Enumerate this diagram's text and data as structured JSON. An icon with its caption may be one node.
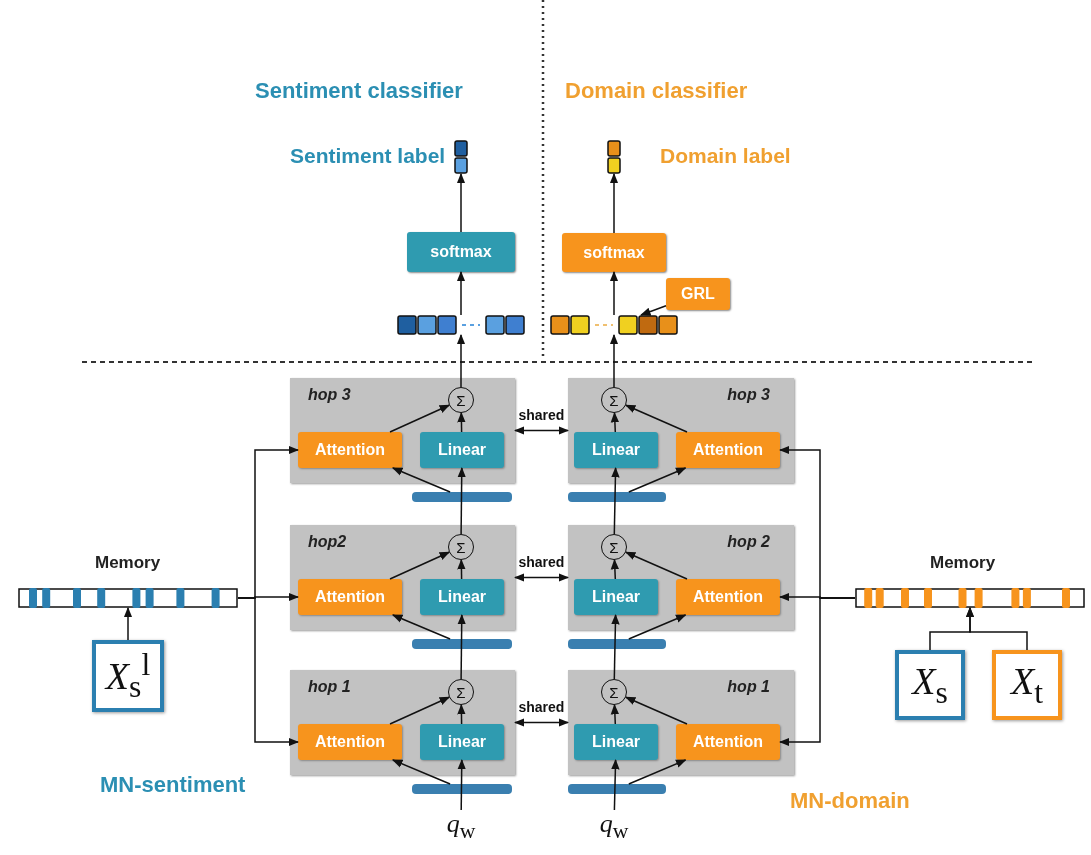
{
  "diagram": {
    "nodes": [
      {
        "text": [],
        "shape": "bar",
        "beside": [
          "Sentiment label"
        ]
      },
      {
        "text": [
          "softmax"
        ]
      },
      {
        "text": [],
        "shape": "bar"
      },
      {
        "text": [],
        "shape": "bar",
        "beside": [
          "Domain label"
        ]
      },
      {
        "text": [
          "softmax"
        ]
      },
      {
        "text": [
          "GRL"
        ]
      },
      {
        "text": [],
        "shape": "bar"
      },
      {
        "text": [
          "hop 3"
        ]
      },
      {
        "text": [
          "Σ"
        ],
        "in": 7
      },
      {
        "text": [
          "Attention"
        ],
        "in": 7
      },
      {
        "text": [
          "Linear"
        ],
        "in": 7
      },
      {
        "text": [],
        "shape": "bar"
      },
      {
        "text": [
          "hop2"
        ]
      },
      {
        "text": [
          "Σ"
        ],
        "in": 12
      },
      {
        "text": [
          "Attention"
        ],
        "in": 12
      },
      {
        "text": [
          "Linear"
        ],
        "in": 12
      },
      {
        "text": [],
        "shape": "bar"
      },
      {
        "text": [
          "hop 1"
        ]
      },
      {
        "text": [
          "Σ"
        ],
        "in": 17
      },
      {
        "text": [
          "Attention"
        ],
        "in": 17
      },
      {
        "text": [
          "Linear"
        ],
        "in": 17
      },
      {
        "text": [],
        "shape": "bar"
      },
      {
        "text": [
          "*q*$_{w}$"
        ]
      },
      {
        "text": [],
        "shape": "bar",
        "beside": [
          "Memory"
        ]
      },
      {
        "text": [
          "*X*$_{s}$$^{l}$"
        ]
      },
      {
        "text": [
          "hop 3"
        ]
      },
      {
        "text": [
          "Σ"
        ],
        "in": 25
      },
      {
        "text": [
          "Linear"
        ],
        "in": 25
      },
      {
        "text": [
          "Attention"
        ],
        "in": 25
      },
      {
        "text": [],
        "shape": "bar"
      },
      {
        "text": [
          "hop 2"
        ]
      },
      {
        "text": [
          "Σ"
        ],
        "in": 30
      },
      {
        "text": [
          "Linear"
        ],
        "in": 30
      },
      {
        "text": [
          "Attention"
        ],
        "in": 30
      },
      {
        "text": [],
        "shape": "bar"
      },
      {
        "text": [
          "hop 1"
        ]
      },
      {
        "text": [
          "Σ"
        ],
        "in": 35
      },
      {
        "text": [
          "Linear"
        ],
        "in": 35
      },
      {
        "text": [
          "Attention"
        ],
        "in": 35
      },
      {
        "text": [],
        "shape": "bar"
      },
      {
        "text": [
          "*q*$_{w}$"
        ]
      },
      {
        "text": [],
        "shape": "bar",
        "beside": [
          "Memory"
        ]
      },
      {
        "text": [
          "*X*$_{s}$"
        ]
      },
      {
        "text": [
          "*X*$_{t}$"
        ]
      }
    ],
    "edges": [
      {
        "from": 2,
        "to": 1,
        "arrow": "to"
      },
      {
        "from": 1,
        "to": 0,
        "arrow": "to"
      },
      {
        "from": 6,
        "to": 4,
        "arrow": "to"
      },
      {
        "from": 4,
        "to": 3,
        "arrow": "to"
      },
      {
        "from": 5,
        "to": 6,
        "arrow": "to"
      },
      {
        "from": 8,
        "to": 2,
        "arrow": "to"
      },
      {
        "from": 26,
        "to": 6,
        "arrow": "to"
      },
      {
        "from": 22,
        "to": 20,
        "arrow": "to"
      },
      {
        "from": 21,
        "to": 19,
        "arrow": "to"
      },
      {
        "from": 20,
        "to": 18,
        "arrow": "to"
      },
      {
        "from": 19,
        "to": 18,
        "arrow": "to"
      },
      {
        "from": 18,
        "to": 15,
        "arrow": "to"
      },
      {
        "from": 16,
        "to": 14,
        "arrow": "to"
      },
      {
        "from": 15,
        "to": 13,
        "arrow": "to"
      },
      {
        "from": 14,
        "to": 13,
        "arrow": "to"
      },
      {
        "from": 13,
        "to": 10,
        "arrow": "to"
      },
      {
        "from": 11,
        "to": 9,
        "arrow": "to"
      },
      {
        "from": 10,
        "to": 8,
        "arrow": "to"
      },
      {
        "from": 9,
        "to": 8,
        "arrow": "to"
      },
      {
        "from": 24,
        "to": 23,
        "arrow": "to"
      },
      {
        "from": 23,
        "to": 9,
        "arrow": "to"
      },
      {
        "from": 23,
        "to": 14,
        "arrow": "to"
      },
      {
        "from": 23,
        "to": 19,
        "arrow": "to"
      },
      {
        "from": 7,
        "to": 25,
        "arrow": "both",
        "label": "shared"
      },
      {
        "from": 12,
        "to": 30,
        "arrow": "both",
        "label": "shared"
      },
      {
        "from": 17,
        "to": 35,
        "arrow": "both",
        "label": "shared"
      },
      {
        "from": 40,
        "to": 37,
        "arrow": "to"
      },
      {
        "from": 39,
        "to": 38,
        "arrow": "to"
      },
      {
        "from": 37,
        "to": 36,
        "arrow": "to"
      },
      {
        "from": 38,
        "to": 36,
        "arrow": "to"
      },
      {
        "from": 36,
        "to": 32,
        "arrow": "to"
      },
      {
        "from": 34,
        "to": 33,
        "arrow": "to"
      },
      {
        "from": 32,
        "to": 31,
        "arrow": "to"
      },
      {
        "from": 33,
        "to": 31,
        "arrow": "to"
      },
      {
        "from": 31,
        "to": 27,
        "arrow": "to"
      },
      {
        "from": 29,
        "to": 28,
        "arrow": "to"
      },
      {
        "from": 27,
        "to": 26,
        "arrow": "to"
      },
      {
        "from": 28,
        "to": 26,
        "arrow": "to"
      },
      {
        "from": 41,
        "to": 28,
        "arrow": "to"
      },
      {
        "from": 41,
        "to": 33,
        "arrow": "to"
      },
      {
        "from": 41,
        "to": 38,
        "arrow": "to"
      },
      {
        "from": 42,
        "to": 41,
        "arrow": "to"
      },
      {
        "from": 43,
        "to": 41,
        "arrow": "to"
      }
    ],
    "labels": [
      "Sentiment classifier",
      "Domain classifier",
      "MN-sentiment",
      "MN-domain"
    ]
  }
}
